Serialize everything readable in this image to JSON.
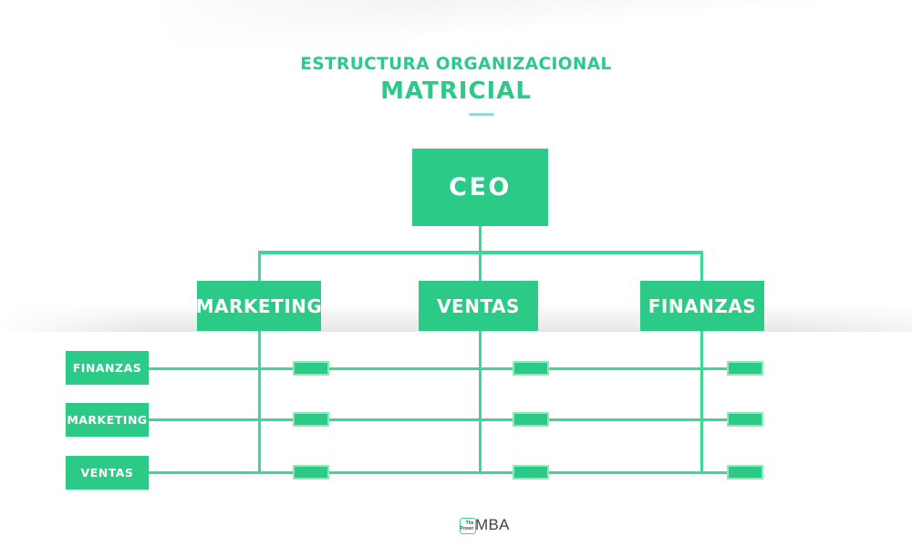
{
  "title": {
    "line1": "ESTRUCTURA ORGANIZACIONAL",
    "line2": "MATRICIAL"
  },
  "org": {
    "root": {
      "label": "CEO"
    },
    "columns": [
      {
        "label": "MARKETING"
      },
      {
        "label": "VENTAS"
      },
      {
        "label": "FINANZAS"
      }
    ],
    "rows": [
      {
        "label": "FINANZAS"
      },
      {
        "label": "MARKETING"
      },
      {
        "label": "VENTAS"
      }
    ]
  },
  "logo": {
    "word_top": "The",
    "word_bottom": "Power",
    "suffix": "MBA"
  },
  "colors": {
    "green": "#2bca86",
    "line": "#3fd795",
    "node-border": "#8de8ba",
    "title-green": "#2cc98a",
    "teal": "#96d8d4",
    "dark": "#3e434b"
  }
}
